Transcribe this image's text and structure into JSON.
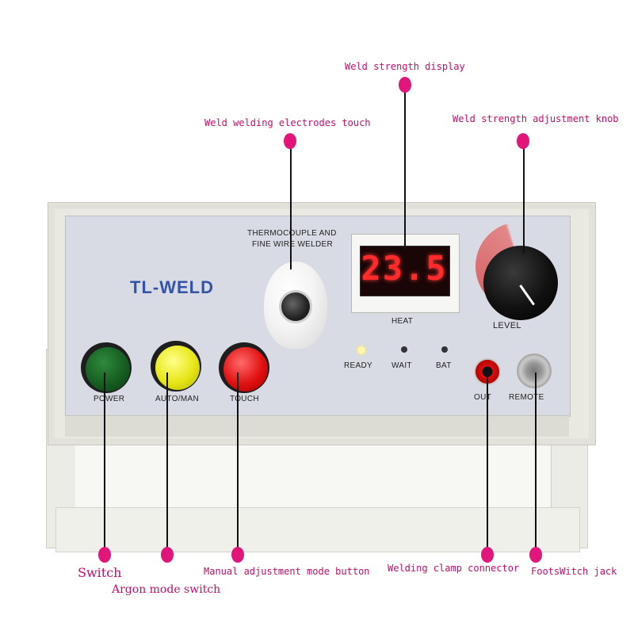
{
  "device": {
    "panel_title_line1": "THERMOCOUPLE AND",
    "panel_title_line2": "FINE WIRE WELDER",
    "brand": "TL-WELD",
    "display_value": "23.5",
    "display_label": "HEAT",
    "knob_label": "LEVEL",
    "indicators": [
      "READY",
      "WAIT",
      "BAT"
    ],
    "buttons": {
      "power": "POWER",
      "auto_man": "AUTO/MAN",
      "touch": "TOUCH"
    },
    "jacks": {
      "out": "OUT",
      "remote": "REMOTE"
    }
  },
  "callouts": {
    "weld_strength_display": "Weld strength display",
    "electrodes_touch": "Weld welding electrodes touch",
    "adjustment_knob": "Weld strength adjustment knob",
    "switch": "Switch",
    "argon_mode_switch": "Argon mode switch",
    "manual_adjustment_button": "Manual adjustment mode button",
    "welding_clamp_connector": "Welding clamp connector",
    "footswitch_jack": "FootsWitch jack"
  },
  "colors": {
    "callout_magenta": "#e0167a",
    "label_magenta": "#c80c66",
    "panel_gray": "#d9dbe4",
    "brand_blue": "#3353a6",
    "led_red": "#ff2a2a"
  }
}
